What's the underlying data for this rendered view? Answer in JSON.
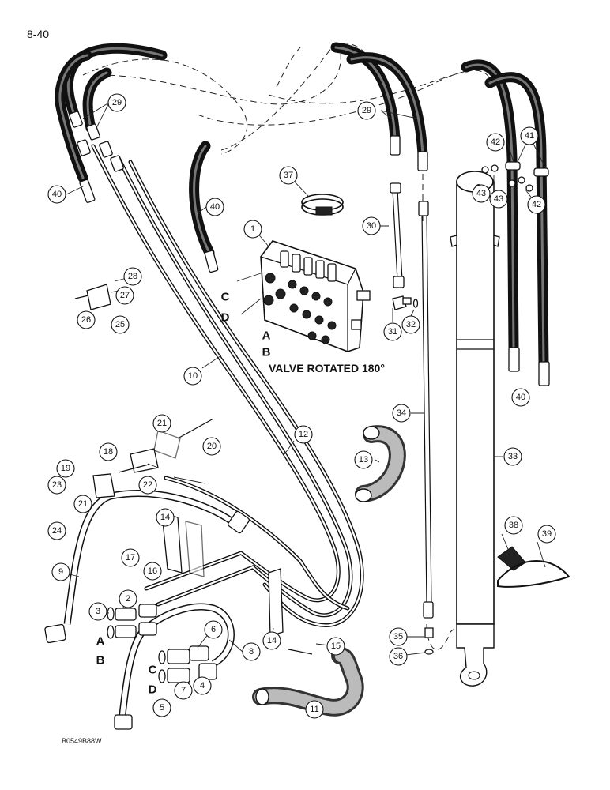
{
  "page_number": "8-40",
  "caption": "VALVE ROTATED 180°",
  "drawing_code": "B0549B88W",
  "callouts": {
    "c1": "1",
    "c2": "2",
    "c3": "3",
    "c4": "4",
    "c5": "5",
    "c6": "6",
    "c7": "7",
    "c8": "8",
    "c9": "9",
    "c10": "10",
    "c11": "11",
    "c12": "12",
    "c13": "13",
    "c14a": "14",
    "c14b": "14",
    "c15": "15",
    "c16": "16",
    "c17": "17",
    "c18": "18",
    "c19": "19",
    "c20": "20",
    "c21a": "21",
    "c21b": "21",
    "c22": "22",
    "c23": "23",
    "c24": "24",
    "c25": "25",
    "c26": "26",
    "c27": "27",
    "c28": "28",
    "c29a": "29",
    "c29b": "29",
    "c30": "30",
    "c31": "31",
    "c32": "32",
    "c33": "33",
    "c34": "34",
    "c35": "35",
    "c36": "36",
    "c37": "37",
    "c38": "38",
    "c39": "39",
    "c40a": "40",
    "c40b": "40",
    "c40c": "40",
    "c41": "41",
    "c42a": "42",
    "c42b": "42",
    "c43a": "43",
    "c43b": "43"
  },
  "port_letters": {
    "valve_c": "C",
    "valve_d": "D",
    "valve_a": "A",
    "valve_b": "B",
    "fit_a": "A",
    "fit_b": "B",
    "fit_c": "C",
    "fit_d": "D"
  }
}
